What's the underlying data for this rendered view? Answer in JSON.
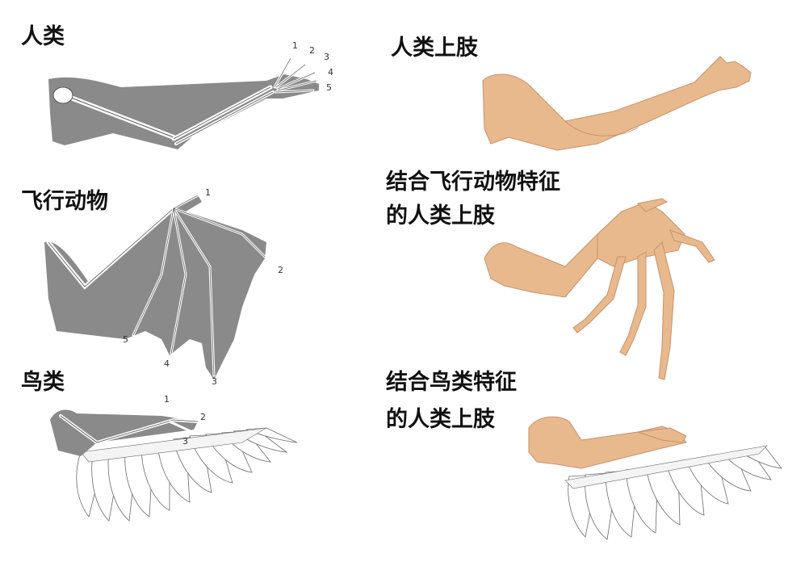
{
  "labels": {
    "human": "人类",
    "human_upper_limb": "人类上肢",
    "flying_animal": "飞行动物",
    "flying_combined_line1": "结合飞行动物特征",
    "flying_combined_line2": "的人类上肢",
    "bird": "鸟类",
    "bird_combined_line1": "结合鸟类特征",
    "bird_combined_line2": "的人类上肢"
  },
  "digits": {
    "human": [
      "1",
      "2",
      "3",
      "4",
      "5"
    ],
    "bat": [
      "1",
      "2",
      "3",
      "4",
      "5"
    ],
    "bird": [
      "1",
      "2",
      "3"
    ]
  },
  "colors": {
    "silhouette": "#8a8a8a",
    "bone": "#ffffff",
    "skin": "#e8b98d",
    "skin_shadow": "#c9916a",
    "feather_stroke": "#6a6a6a"
  }
}
